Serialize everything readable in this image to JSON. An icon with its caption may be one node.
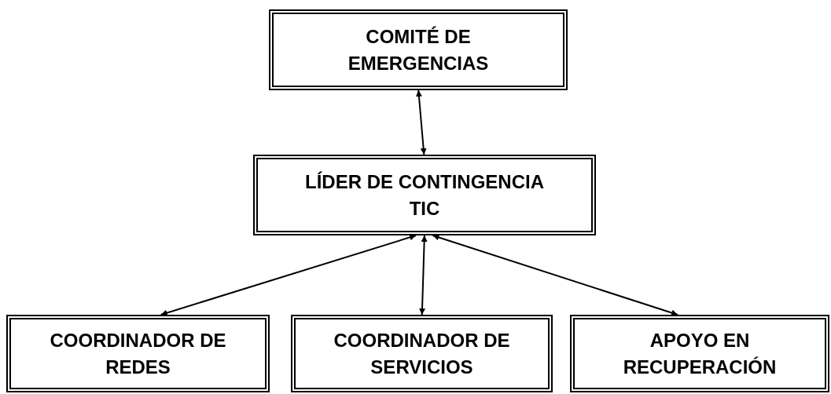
{
  "diagram": {
    "nodes": [
      {
        "text": [
          "COMITÉ DE EMERGENCIAS"
        ]
      },
      {
        "text": [
          "LÍDER DE CONTINGENCIA TIC"
        ]
      },
      {
        "text": [
          "COORDINADOR DE REDES"
        ]
      },
      {
        "text": [
          "COORDINADOR DE SERVICIOS"
        ]
      },
      {
        "text": [
          "APOYO EN RECUPERACIÓN"
        ]
      }
    ],
    "edges": [
      {
        "from": 0,
        "to": 1,
        "arrow": "both"
      },
      {
        "from": 1,
        "to": 2,
        "arrow": "both"
      },
      {
        "from": 1,
        "to": 3,
        "arrow": "both"
      },
      {
        "from": 1,
        "to": 4,
        "arrow": "both"
      }
    ]
  }
}
